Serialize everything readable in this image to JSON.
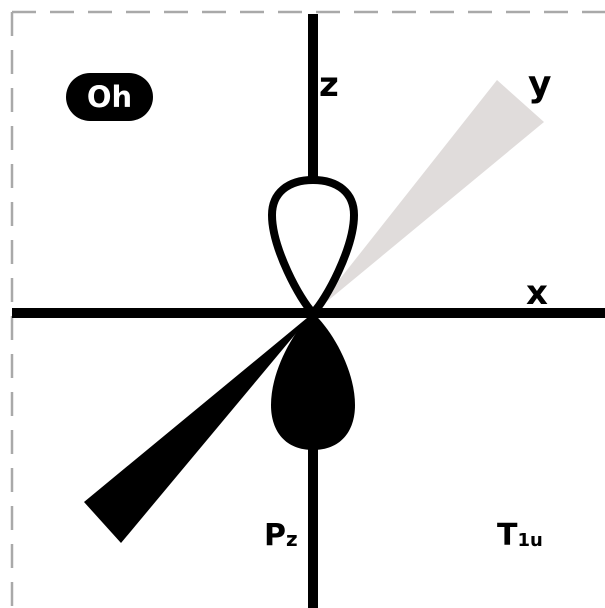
{
  "badge": {
    "label": "Oh"
  },
  "axes": {
    "z": "z",
    "y": "y",
    "x": "x"
  },
  "orbital": {
    "main": "P",
    "sub": "z"
  },
  "symmetry": {
    "main": "T",
    "sub": "1u"
  },
  "colors": {
    "line": "#000000",
    "back_wedge": "#e0dcdb",
    "border_dash": "#a9a9a9",
    "badge_fill": "#000000",
    "badge_text": "#ffffff",
    "background": "#ffffff"
  }
}
